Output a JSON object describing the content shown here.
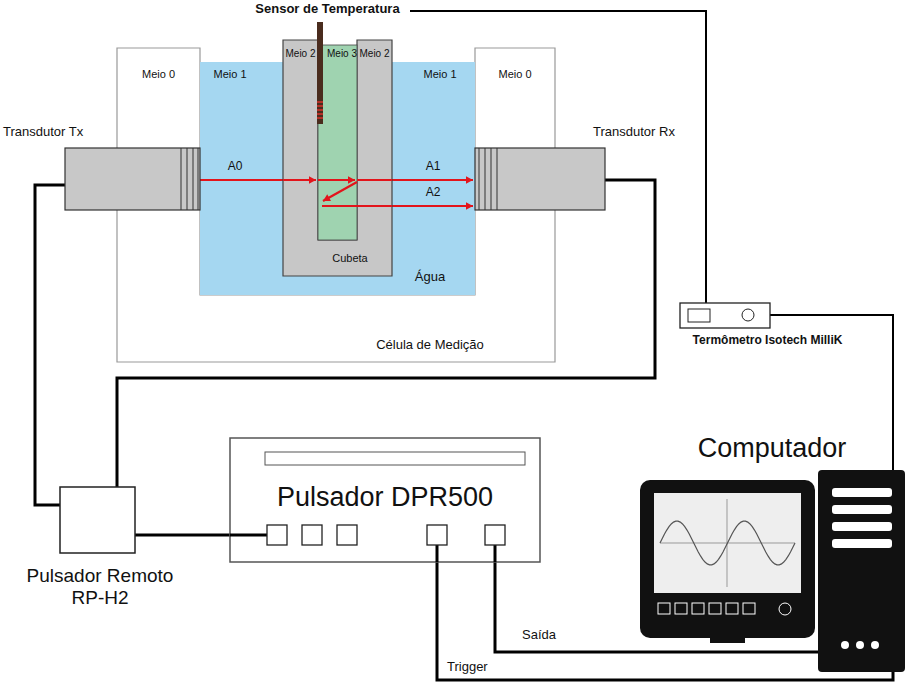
{
  "diagram": {
    "nodes": [
      {
        "text": [
          "Sensor de Temperatura"
        ]
      },
      {
        "text": [
          "Transdutor Tx"
        ]
      },
      {
        "text": [
          "Célula de Medição"
        ]
      },
      {
        "text": [
          "Meio 0"
        ],
        "in": 2
      },
      {
        "text": [
          "Água"
        ],
        "in": 2
      },
      {
        "text": [
          "Cubeta"
        ],
        "in": 4
      },
      {
        "text": [
          "Meio 2"
        ],
        "in": 5
      },
      {
        "text": [
          "Meio 3"
        ],
        "in": 5
      },
      {
        "text": [
          "Meio 2"
        ],
        "in": 5
      },
      {
        "text": [
          "Meio 0"
        ],
        "in": 2
      },
      {
        "text": [
          "Transdutor Rx"
        ]
      },
      {
        "text": [
          "Termômetro Isotech MilliK"
        ]
      },
      {
        "text": [
          "Pulsador Remoto RP-H2"
        ]
      },
      {
        "text": [
          "Pulsador DPR500"
        ]
      },
      {
        "text": [
          "Computador"
        ]
      }
    ],
    "edges": [
      {
        "from": 0,
        "to": 11,
        "arrow": "none"
      },
      {
        "from": 1,
        "to": 12,
        "arrow": "none"
      },
      {
        "from": 10,
        "to": 12,
        "arrow": "none"
      },
      {
        "from": 11,
        "to": 14,
        "arrow": "none"
      },
      {
        "from": 12,
        "to": 13,
        "arrow": "none"
      },
      {
        "from": 13,
        "to": 14,
        "label": "Saída",
        "arrow": "none"
      },
      {
        "from": 13,
        "to": 14,
        "label": "Trigger",
        "arrow": "none"
      }
    ],
    "labels": [
      "Meio 1",
      "Meio 1",
      "A0",
      "A1",
      "A2"
    ]
  }
}
